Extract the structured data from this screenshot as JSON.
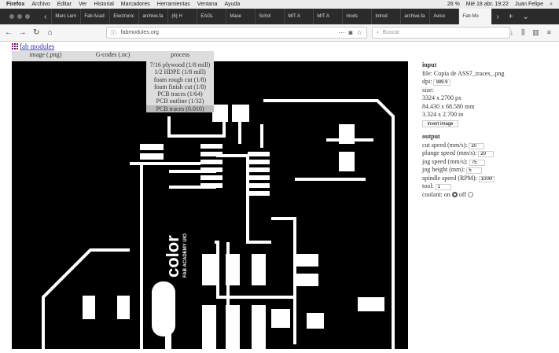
{
  "menubar": {
    "apple": "",
    "app": "Firefox",
    "items": [
      "Archivo",
      "Editar",
      "Ver",
      "Historial",
      "Marcadores",
      "Herramientas",
      "Ventana",
      "Ayuda"
    ],
    "battery": "26 %",
    "datetime": "Mié 18 abr. 19:22",
    "user": "Juan Felipe"
  },
  "tabs": [
    "Marc Lem",
    "Fab Acad",
    "Electronic",
    "archive.fa",
    "(6) H",
    "EAGL",
    "Mase",
    "Schol",
    "MIT A",
    "MIT A",
    "mods",
    "Introd",
    "archive.fa",
    "Aviso",
    "Fab Mo"
  ],
  "nav": {
    "url": "fabmodules.org",
    "search_placeholder": "Buscar"
  },
  "page": {
    "logo": "fab modules",
    "menus": [
      "image (.png)",
      "G-codes (.nc)",
      "process"
    ],
    "process_options": [
      "7/16 plywood (1/8 mill)",
      "1/2 HDPE (1/8 mill)",
      "foam rough cut (1/8)",
      "foam finish cut (1/8)",
      "PCB traces (1/64)",
      "PCB outline (1/32)",
      "PCB traces (0.010)"
    ],
    "selected_process": "PCB traces (0.010)",
    "board_text": "color",
    "board_subtext": "FAB ACADEMY UIO",
    "input": {
      "heading": "input",
      "file": "file: Copia de ASS7_traces_.png",
      "dpi_label": "dpi:",
      "dpi": "999.9",
      "size_label": "size:",
      "px": "3324 x 2700 px",
      "mm": "84.430 x 68.580 mm",
      "in": "3.324 x 2.700 in",
      "invert": "invert image"
    },
    "output": {
      "heading": "output",
      "fields": [
        {
          "label": "cut speed (mm/s):",
          "value": "20"
        },
        {
          "label": "plunge speed (mm/s):",
          "value": "20"
        },
        {
          "label": "jog speed (mm/s):",
          "value": "75"
        },
        {
          "label": "jog height (mm):",
          "value": "5"
        },
        {
          "label": "spindle speed (RPM):",
          "value": "10000"
        },
        {
          "label": "tool:",
          "value": "1"
        }
      ],
      "coolant_label": "coolant: on",
      "coolant_off": "off",
      "coolant": "on"
    }
  }
}
